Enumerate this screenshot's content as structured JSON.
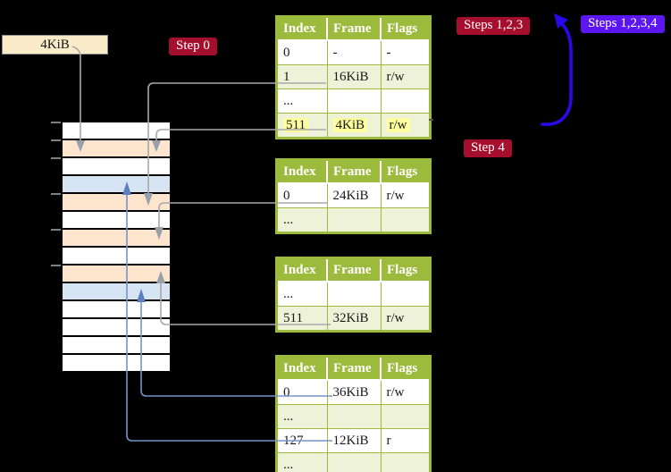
{
  "colors": {
    "table_green": "#9cba3b",
    "row_shade": "#edf2d8",
    "highlight_yellow": "#ffff9d",
    "label_red": "#a50f2d",
    "label_violet": "#5b16f1",
    "arrow_blue": "#2a08e8",
    "line_gray": "#a9a9a9",
    "line_steel": "#7593cb",
    "mem_peach": "#fce4cd",
    "mem_blue": "#d7e4f3",
    "mem_white": "#ffffff",
    "mem_label_bg": "#faecc9"
  },
  "memory": {
    "frame_label": "4KiB",
    "rows": [
      "white",
      "peach",
      "white",
      "blue",
      "peach",
      "white",
      "peach",
      "white",
      "peach",
      "blue",
      "white",
      "white",
      "white",
      "white"
    ],
    "tick_rows": [
      0,
      1,
      2,
      4,
      6,
      8
    ]
  },
  "labels": {
    "step0": "Step 0",
    "steps123": "Steps 1,2,3",
    "steps1234": "Steps 1,2,3,4",
    "step4": "Step 4"
  },
  "tables": [
    {
      "headers": [
        "Index",
        "Frame",
        "Flags"
      ],
      "rows": [
        {
          "cells": [
            "0",
            "-",
            "-"
          ]
        },
        {
          "cells": [
            "1",
            "16KiB",
            "r/w"
          ]
        },
        {
          "cells": [
            "...",
            "",
            ""
          ]
        },
        {
          "cells": [
            "511",
            "4KiB",
            "r/w"
          ],
          "highlight": true
        }
      ]
    },
    {
      "headers": [
        "Index",
        "Frame",
        "Flags"
      ],
      "rows": [
        {
          "cells": [
            "0",
            "24KiB",
            "r/w"
          ]
        },
        {
          "cells": [
            "...",
            "",
            ""
          ]
        }
      ]
    },
    {
      "headers": [
        "Index",
        "Frame",
        "Flags"
      ],
      "rows": [
        {
          "cells": [
            "...",
            "",
            ""
          ]
        },
        {
          "cells": [
            "511",
            "32KiB",
            "r/w"
          ]
        }
      ]
    },
    {
      "headers": [
        "Index",
        "Frame",
        "Flags"
      ],
      "rows": [
        {
          "cells": [
            "0",
            "36KiB",
            "r/w"
          ]
        },
        {
          "cells": [
            "...",
            "",
            ""
          ]
        },
        {
          "cells": [
            "127",
            "12KiB",
            "r"
          ]
        },
        {
          "cells": [
            "...",
            "",
            ""
          ]
        }
      ]
    }
  ]
}
